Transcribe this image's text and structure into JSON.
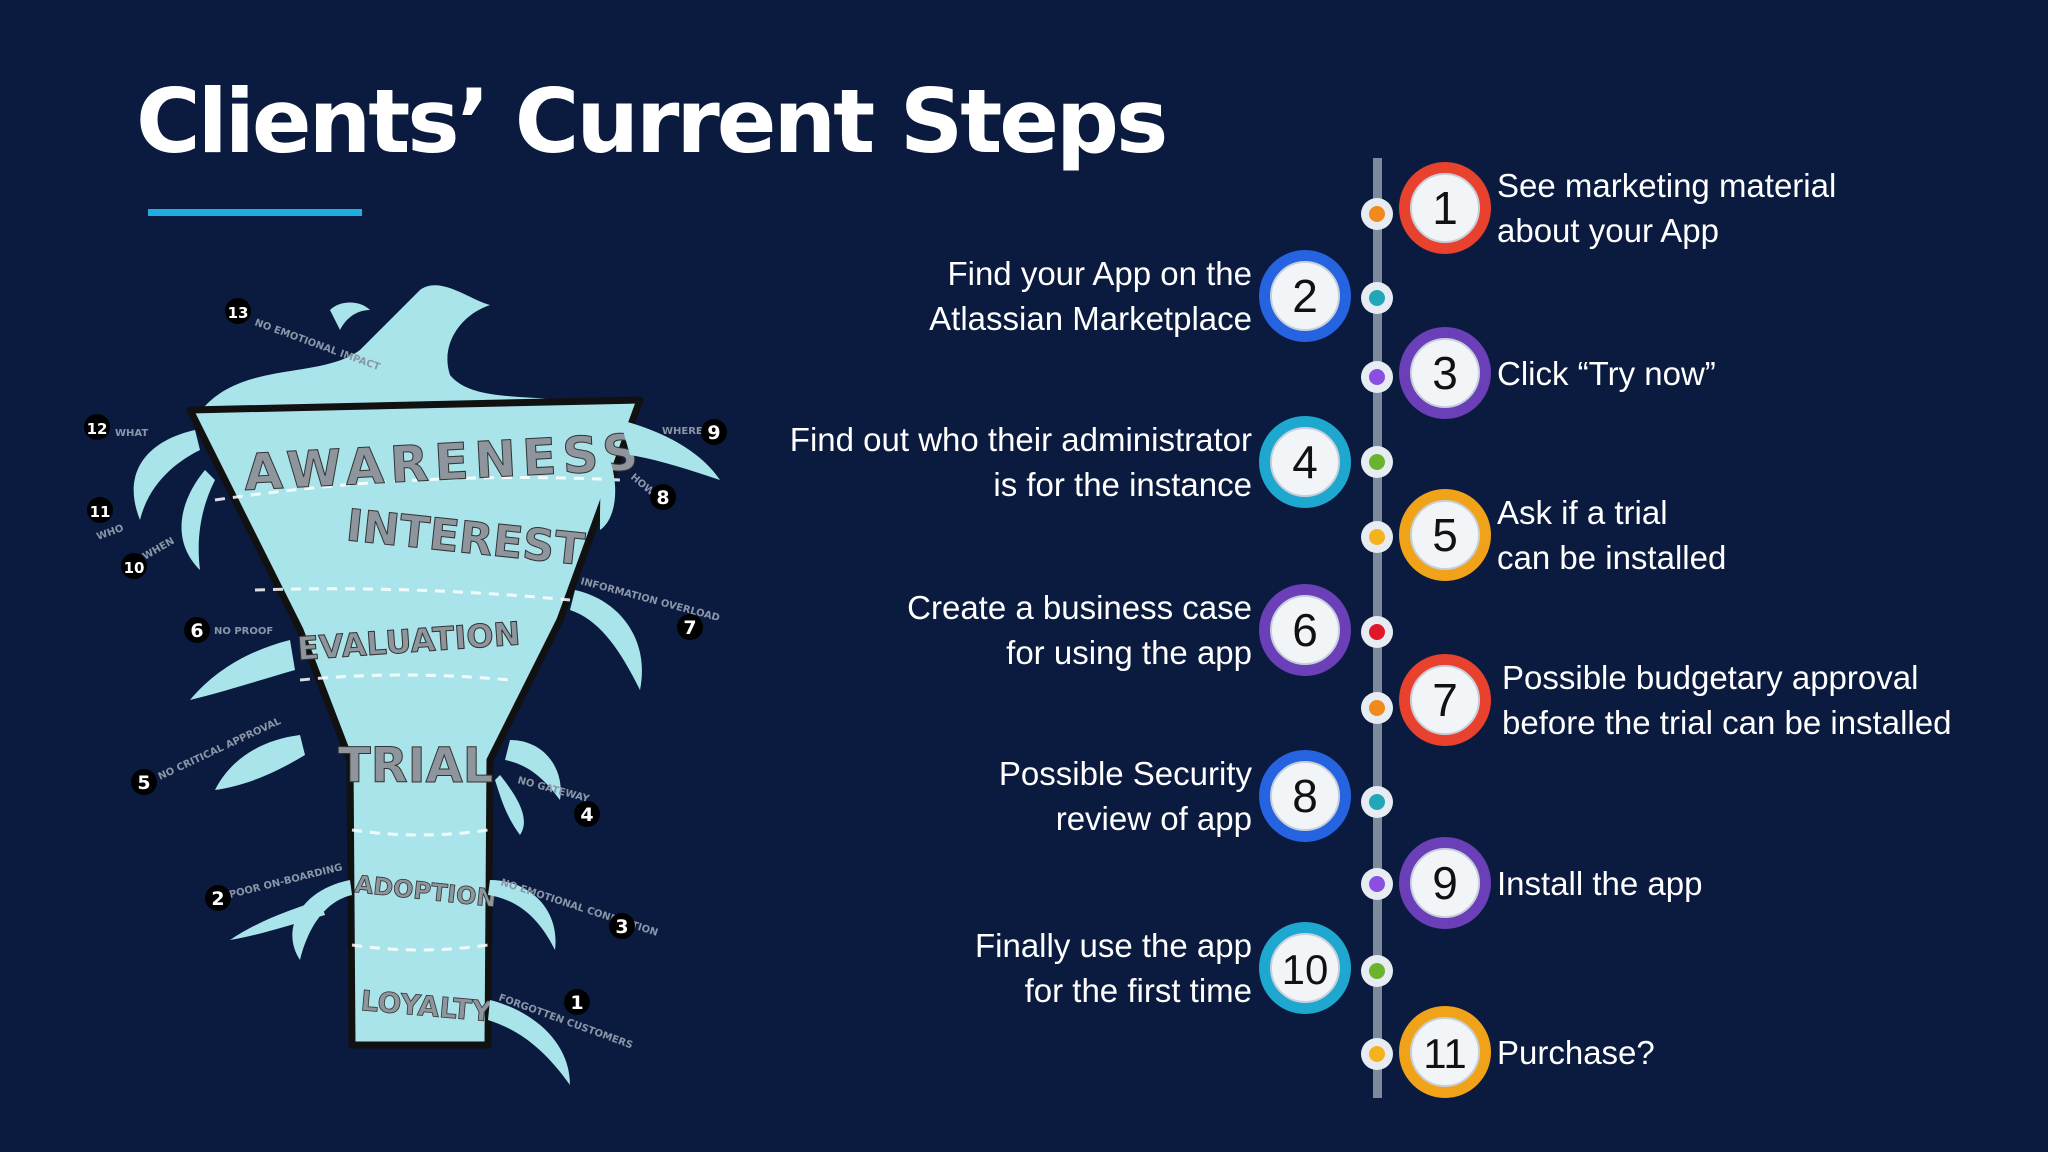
{
  "title": "Clients’ Current Steps",
  "funnel": {
    "stages": [
      "AWARENESS",
      "INTEREST",
      "EVALUATION",
      "TRIAL",
      "ADOPTION",
      "LOYALTY"
    ],
    "leaks": [
      {
        "number": "1",
        "label": "FORGOTTEN CUSTOMERS"
      },
      {
        "number": "2",
        "label": "POOR ON-BOARDING"
      },
      {
        "number": "3",
        "label": "NO EMOTIONAL CONNECTION"
      },
      {
        "number": "4",
        "label": "NO GATEWAY"
      },
      {
        "number": "5",
        "label": "NO CRITICAL APPROVAL"
      },
      {
        "number": "6",
        "label": "NO PROOF"
      },
      {
        "number": "7",
        "label": "INFORMATION OVERLOAD"
      },
      {
        "number": "8",
        "label": "HOW"
      },
      {
        "number": "9",
        "label": "WHERE"
      },
      {
        "number": "10",
        "label": "WHEN"
      },
      {
        "number": "11",
        "label": "WHO"
      },
      {
        "number": "12",
        "label": "WHAT"
      },
      {
        "number": "13",
        "label": "NO EMOTIONAL IMPACT"
      }
    ]
  },
  "steps": [
    {
      "number": "1",
      "lines": [
        "See marketing material",
        "about your App"
      ],
      "side": "right",
      "ring_color": "#e8412e",
      "dot_color": "#f08a1c"
    },
    {
      "number": "2",
      "lines": [
        "Find your App on the",
        "Atlassian Marketplace"
      ],
      "side": "left",
      "ring_color": "#2563e0",
      "dot_color": "#22a7b8"
    },
    {
      "number": "3",
      "lines": [
        "Click “Try now”"
      ],
      "side": "right",
      "ring_color": "#6a3fb8",
      "dot_color": "#8a4fe0"
    },
    {
      "number": "4",
      "lines": [
        "Find out who their administrator",
        "is for the instance"
      ],
      "side": "left",
      "ring_color": "#1ea8cf",
      "dot_color": "#6ab42d"
    },
    {
      "number": "5",
      "lines": [
        "Ask if a trial",
        "can be installed"
      ],
      "side": "right",
      "ring_color": "#f0a318",
      "dot_color": "#f4b21e"
    },
    {
      "number": "6",
      "lines": [
        "Create a business case",
        "for using the app"
      ],
      "side": "left",
      "ring_color": "#6a3fb8",
      "dot_color": "#e0182a"
    },
    {
      "number": "7",
      "lines": [
        "Possible budgetary approval",
        "before the trial can be installed"
      ],
      "side": "right",
      "ring_color": "#e8412e",
      "dot_color": "#f08a1c"
    },
    {
      "number": "8",
      "lines": [
        "Possible Security",
        "review of app"
      ],
      "side": "left",
      "ring_color": "#2563e0",
      "dot_color": "#22a7b8"
    },
    {
      "number": "9",
      "lines": [
        "Install the app"
      ],
      "side": "right",
      "ring_color": "#6a3fb8",
      "dot_color": "#8a4fe0"
    },
    {
      "number": "10",
      "lines": [
        "Finally use the app",
        "for the first time"
      ],
      "side": "left",
      "ring_color": "#1ea8cf",
      "dot_color": "#6ab42d"
    },
    {
      "number": "11",
      "lines": [
        "Purchase?"
      ],
      "side": "right",
      "ring_color": "#f0a318",
      "dot_color": "#f4b21e"
    }
  ]
}
